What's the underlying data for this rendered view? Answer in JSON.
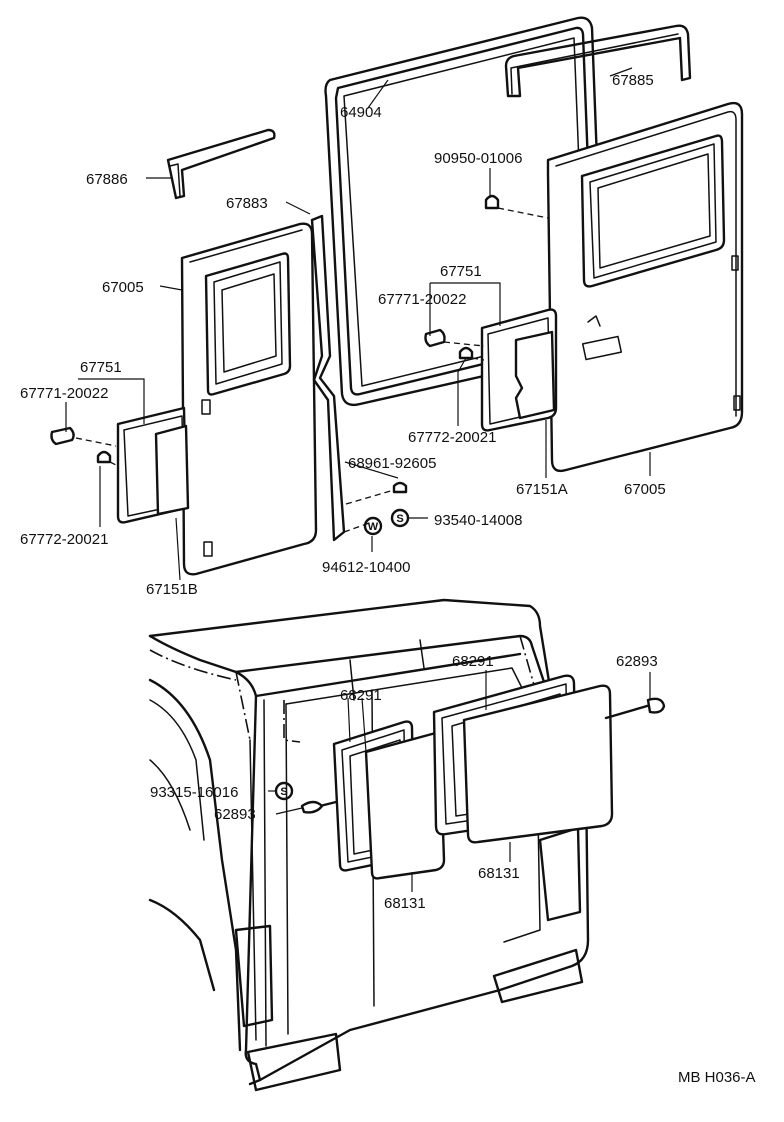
{
  "diagram_code": "MB H036-A",
  "callouts": [
    {
      "id": "c64904",
      "text": "64904"
    },
    {
      "id": "c67885",
      "text": "67885"
    },
    {
      "id": "c67886",
      "text": "67886"
    },
    {
      "id": "c67883",
      "text": "67883"
    },
    {
      "id": "c90950",
      "text": "90950-01006"
    },
    {
      "id": "c67005L",
      "text": "67005"
    },
    {
      "id": "c67751R",
      "text": "67751"
    },
    {
      "id": "c67771R",
      "text": "67771-20022"
    },
    {
      "id": "c67751L",
      "text": "67751"
    },
    {
      "id": "c67771L",
      "text": "67771-20022"
    },
    {
      "id": "c67772R",
      "text": "67772-20021"
    },
    {
      "id": "c68961",
      "text": "68961-92605"
    },
    {
      "id": "c67151A",
      "text": "67151A"
    },
    {
      "id": "c67005R",
      "text": "67005"
    },
    {
      "id": "c93540",
      "text": "93540-14008"
    },
    {
      "id": "c67772L",
      "text": "67772-20021"
    },
    {
      "id": "c94612",
      "text": "94612-10400"
    },
    {
      "id": "c67151B",
      "text": "67151B"
    },
    {
      "id": "c68291R",
      "text": "68291"
    },
    {
      "id": "c62893R",
      "text": "62893"
    },
    {
      "id": "c68291L",
      "text": "68291"
    },
    {
      "id": "c93315",
      "text": "93315-16016"
    },
    {
      "id": "c62893L",
      "text": "62893"
    },
    {
      "id": "c68131R",
      "text": "68131"
    },
    {
      "id": "c68131L",
      "text": "68131"
    }
  ],
  "symbols": {
    "s_mark": "S",
    "w_mark": "W"
  }
}
